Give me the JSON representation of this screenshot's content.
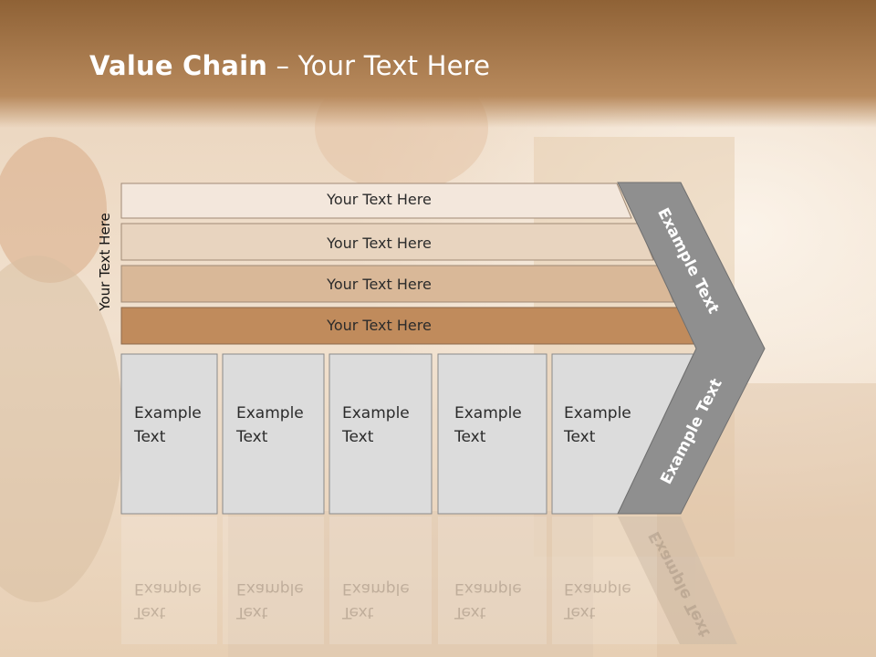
{
  "title": {
    "bold": "Value Chain",
    "rest": " – Your Text Here"
  },
  "side_label": "Your Text Here",
  "bars": [
    {
      "label": "Your Text Here",
      "color": "#f3e7dc"
    },
    {
      "label": "Your Text Here",
      "color": "#e8d4bf"
    },
    {
      "label": "Your Text Here",
      "color": "#d9b898"
    },
    {
      "label": "Your Text Here",
      "color": "#c08b5c"
    }
  ],
  "boxes": [
    {
      "line1": "Example",
      "line2": "Text"
    },
    {
      "line1": "Example",
      "line2": "Text"
    },
    {
      "line1": "Example",
      "line2": "Text"
    },
    {
      "line1": "Example",
      "line2": "Text"
    },
    {
      "line1": "Example",
      "line2": "Text"
    }
  ],
  "chevron": {
    "upper_label": "Example Text",
    "lower_label": "Example Text",
    "color": "#8f8f8f"
  },
  "colors": {
    "title_bar": "#a8794d",
    "box_fill": "#dcdcdc",
    "box_border": "#8a8a8a"
  }
}
